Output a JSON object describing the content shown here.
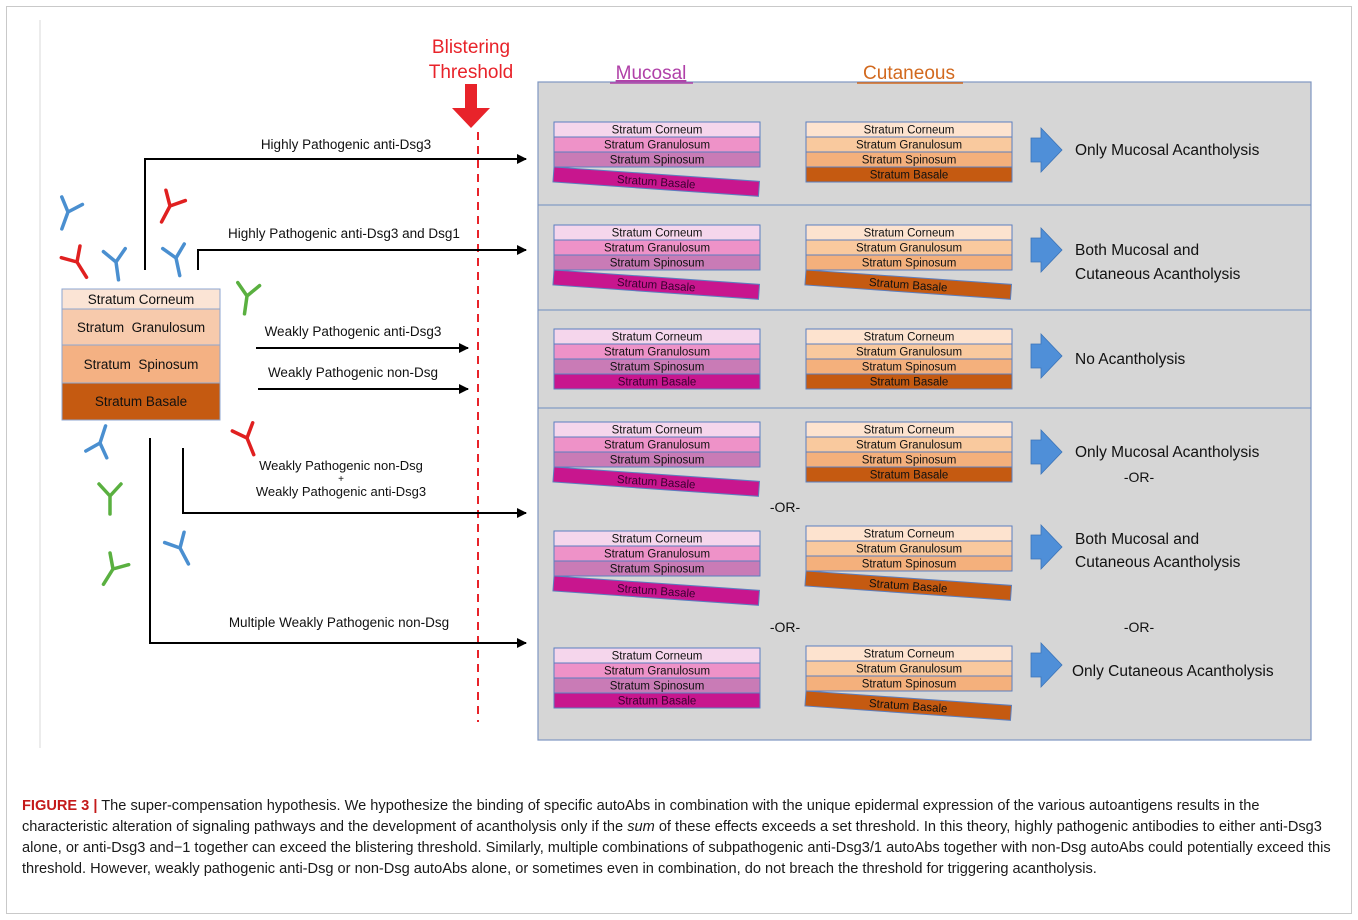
{
  "threshold": {
    "line1": "Blistering",
    "line2": "Threshold",
    "color": "#e8232a"
  },
  "column_headers": {
    "mucosal": "Mucosal",
    "cutaneous": "Cutaneous",
    "mucosal_color": "#b040a8",
    "cutaneous_color": "#d2691e"
  },
  "left_stack": [
    "Stratum Corneum",
    "Stratum  Granulosum",
    "Stratum  Spinosum",
    "Stratum Basale"
  ],
  "layer_labels": [
    "Stratum Corneum",
    "Stratum  Granulosum",
    "Stratum  Spinosum",
    "Stratum Basale"
  ],
  "pathways": [
    {
      "label": "Highly Pathogenic anti-Dsg3"
    },
    {
      "label": "Highly Pathogenic anti-Dsg3 and Dsg1"
    },
    {
      "label": "Weakly Pathogenic anti-Dsg3"
    },
    {
      "label": "Weakly Pathogenic non-Dsg"
    },
    {
      "label_line1": "Weakly Pathogenic non-Dsg",
      "plus": "+",
      "label_line2": "Weakly Pathogenic anti-Dsg3"
    },
    {
      "label": "Multiple Weakly Pathogenic non-Dsg"
    }
  ],
  "or_label": "-OR-",
  "outcomes": {
    "only_mucosal": "Only Mucosal Acantholysis",
    "both_line1": "Both Mucosal and",
    "both_line2": "Cutaneous Acantholysis",
    "none": "No Acantholysis",
    "only_cutaneous": "Only Cutaneous Acantholysis"
  },
  "caption": {
    "label": "FIGURE 3 |",
    "part1": " The super-compensation hypothesis. We hypothesize the binding of specific autoAbs in combination with the unique epidermal expression of the various autoantigens results in the characteristic alteration of signaling pathways and the development of acantholysis only if the ",
    "emph": "sum",
    "part2": " of these effects exceeds a set threshold. In this theory, highly pathogenic antibodies to either anti-Dsg3 alone, or anti-Dsg3 and−1 together can exceed the blistering threshold. Similarly, multiple combinations of subpathogenic anti-Dsg3/1 autoAbs together with non-Dsg autoAbs could potentially exceed this threshold. However, weakly pathogenic anti-Dsg or non-Dsg autoAbs alone, or sometimes even in combination, do not breach the threshold for triggering acantholysis."
  }
}
